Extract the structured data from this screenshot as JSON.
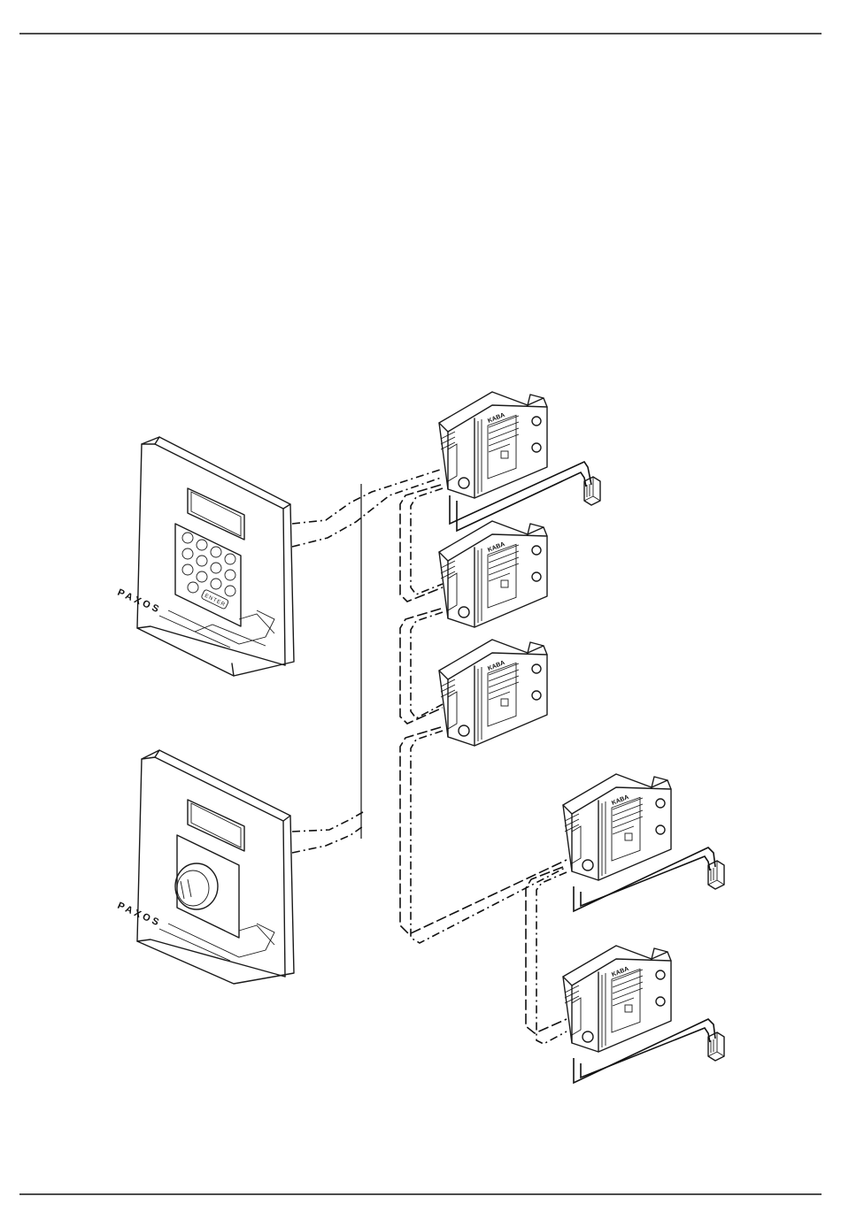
{
  "keypad_unit": {
    "brand": "PAXOS",
    "enter_key": "ENTER"
  },
  "dial_unit": {
    "brand": "PAXOS"
  },
  "lock_label": "KABA"
}
